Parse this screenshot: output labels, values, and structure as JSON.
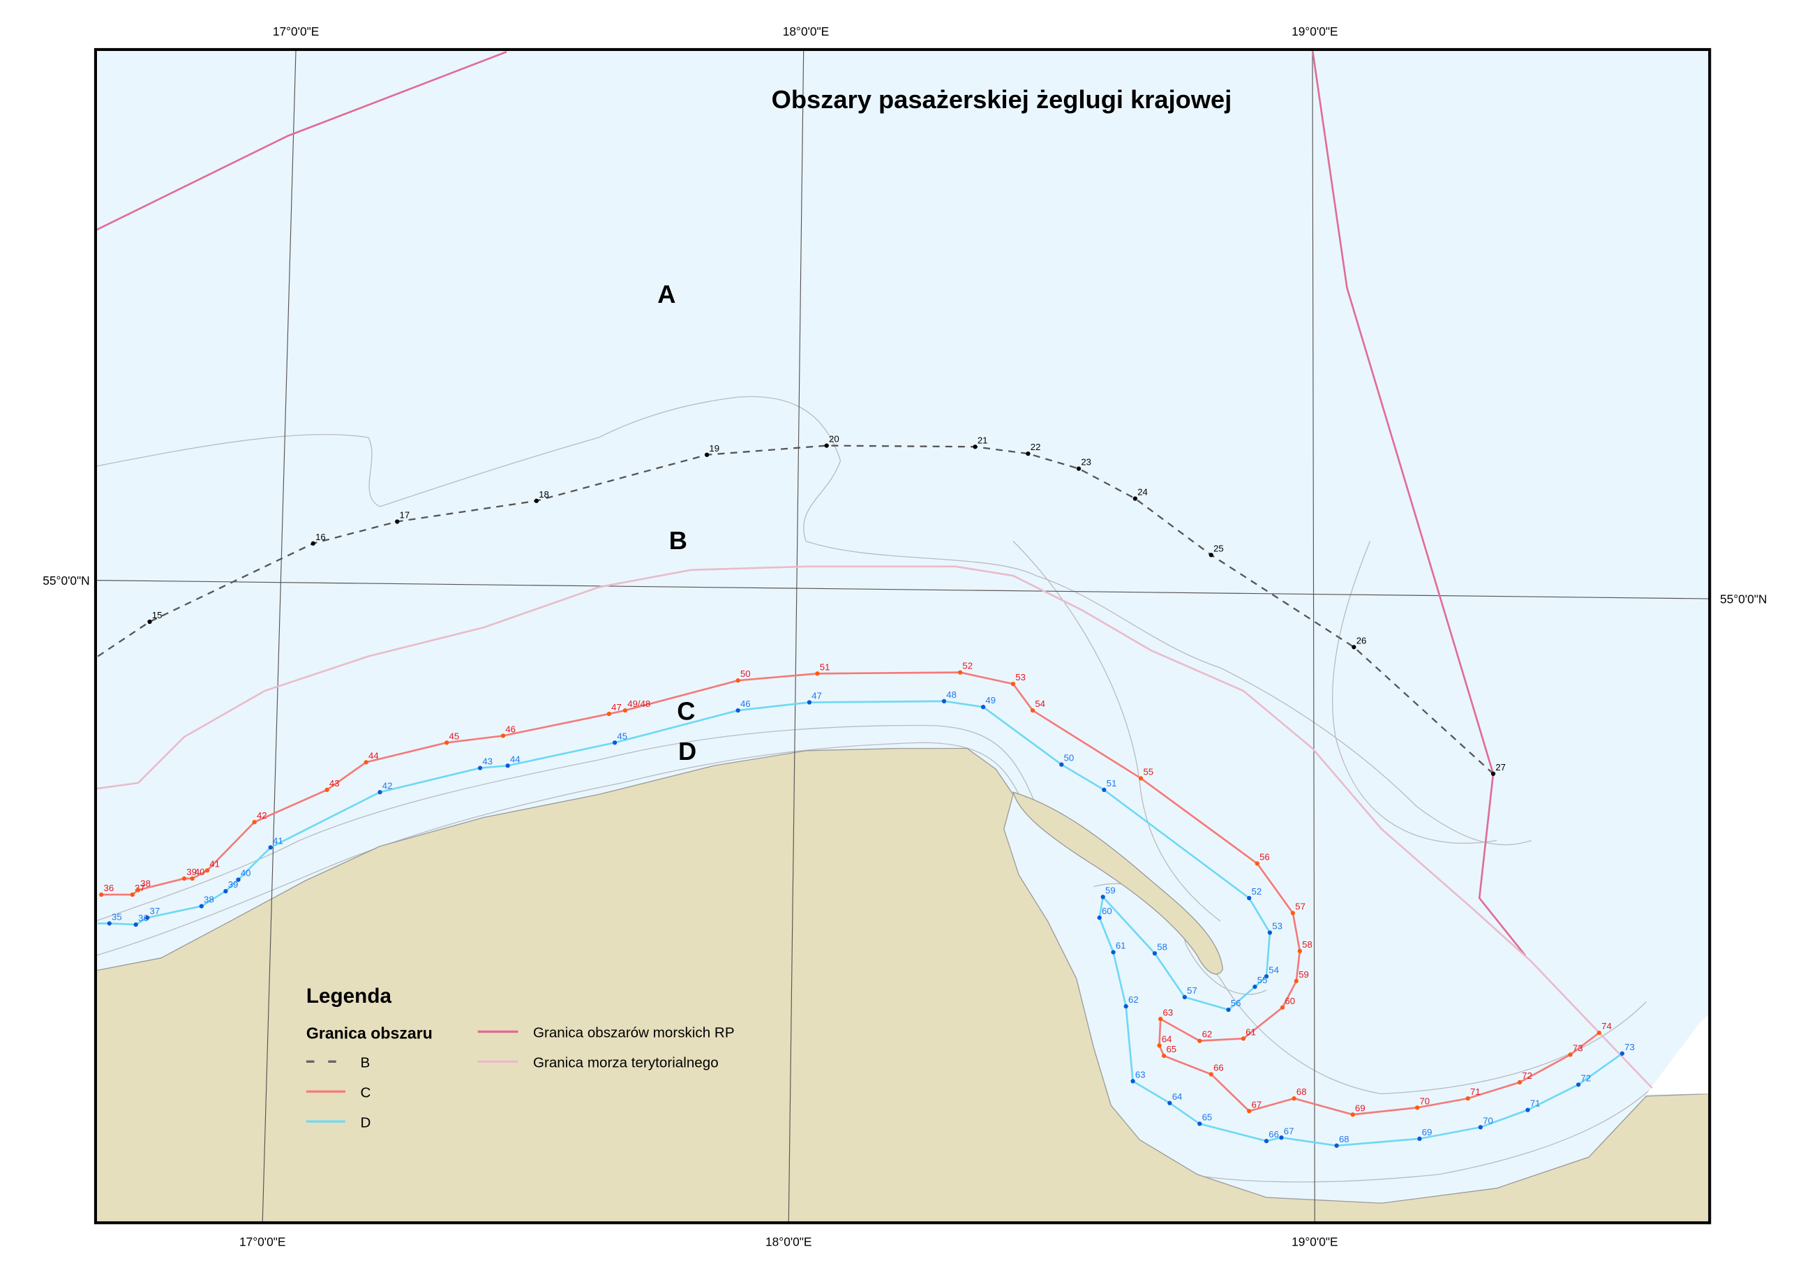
{
  "title": "Obszary pasażerskiej żeglugi krajowej",
  "area_labels": {
    "a": "A",
    "b": "B",
    "c": "C",
    "d": "D"
  },
  "graticule": {
    "lon_17": "17°0'0\"E",
    "lon_18": "18°0'0\"E",
    "lon_19": "19°0'0\"E",
    "lat_55": "55°0'0\"N"
  },
  "legend": {
    "title": "Legenda",
    "subtitle": "Granica obszaru",
    "items": [
      {
        "label": "B",
        "color": "#555555",
        "style": "dashed"
      },
      {
        "label": "C",
        "color": "#f47a78",
        "style": "solid"
      },
      {
        "label": "D",
        "color": "#6dd9f5",
        "style": "solid"
      },
      {
        "label": "Granica obszarów morskich RP",
        "color": "#e06c98",
        "style": "solid"
      },
      {
        "label": "Granica morza terytorialnego",
        "color": "#e8bccb",
        "style": "solid"
      }
    ]
  },
  "colors": {
    "sea": "#eaf6fd",
    "land": "#e6dfbd",
    "line_b": "#555555",
    "line_c": "#f47a78",
    "point_c": "#ff5a10",
    "label_c": "#e8141e",
    "line_d": "#6dd9f5",
    "point_d": "#0a5ad8",
    "label_d": "#1a78f0",
    "border_rp": "#e06c98",
    "territorial": "#e8bccb"
  },
  "routes": {
    "B": {
      "points": [
        "15",
        "16",
        "17",
        "18",
        "19",
        "20",
        "21",
        "22",
        "23",
        "24",
        "25",
        "26",
        "27"
      ]
    },
    "C": {
      "points": [
        "36",
        "37",
        "38",
        "39",
        "40",
        "41",
        "42",
        "43",
        "44",
        "45",
        "46",
        "47",
        "49/48",
        "50",
        "51",
        "52",
        "53",
        "54",
        "55",
        "56",
        "57",
        "58",
        "59",
        "60",
        "61",
        "62",
        "63",
        "64",
        "65",
        "66",
        "67",
        "68",
        "69",
        "70",
        "71",
        "72",
        "73",
        "74"
      ]
    },
    "D": {
      "points": [
        "35",
        "36",
        "37",
        "38",
        "39",
        "40",
        "41",
        "42",
        "43",
        "44",
        "45",
        "46",
        "47",
        "48",
        "49",
        "50",
        "51",
        "52",
        "53",
        "54",
        "55",
        "56",
        "57",
        "58",
        "59",
        "60",
        "61",
        "62",
        "63",
        "64",
        "65",
        "66",
        "67",
        "68",
        "69",
        "70",
        "71",
        "72",
        "73"
      ]
    }
  }
}
